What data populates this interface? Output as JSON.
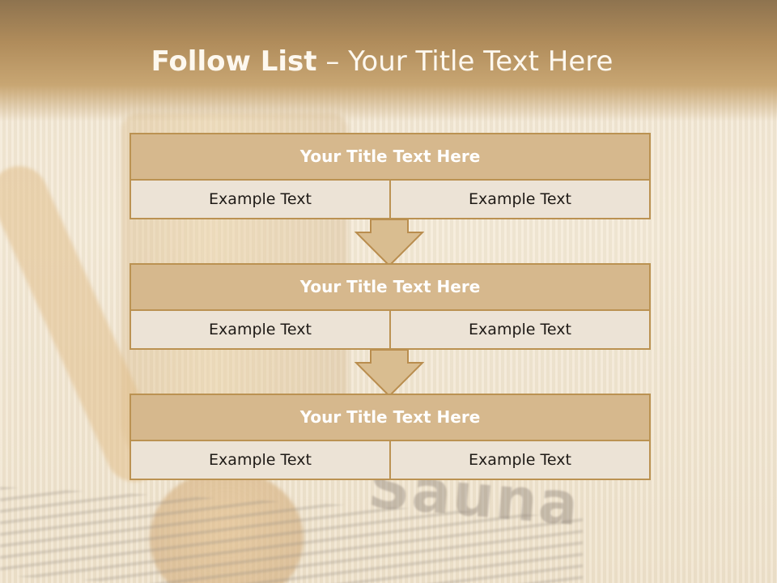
{
  "title": {
    "main": "Follow List",
    "dash": " – ",
    "sub": "Your Title Text Here"
  },
  "background": {
    "towel_word": "Sauna"
  },
  "blocks": [
    {
      "title": "Your Title Text Here",
      "left": "Example Text",
      "right": "Example Text"
    },
    {
      "title": "Your Title Text Here",
      "left": "Example Text",
      "right": "Example Text"
    },
    {
      "title": "Your Title Text Here",
      "left": "Example Text",
      "right": "Example Text"
    }
  ],
  "colors": {
    "header": "#b08c5b",
    "box_border": "#bb9252",
    "box_title": "#d6b88d",
    "arrow": "#d9bd90"
  }
}
